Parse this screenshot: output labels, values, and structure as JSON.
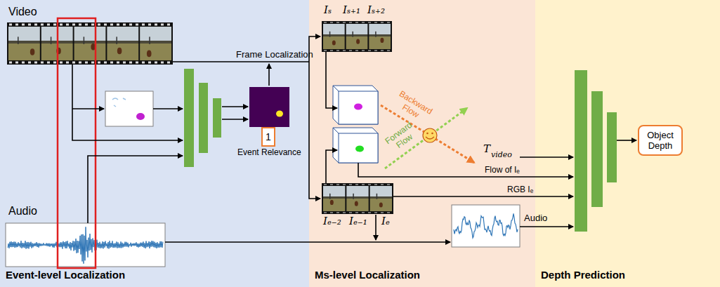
{
  "diagram": {
    "nodes": [
      {
        "text": [
          "Event-level Localization"
        ]
      },
      {
        "text": [
          "1"
        ],
        "in": 0
      },
      {
        "text": [
          "Ms-level Localization"
        ]
      },
      {
        "text": [
          "Depth Prediction"
        ]
      },
      {
        "text": [
          "Object Depth"
        ],
        "in": 3
      }
    ],
    "labels": [
      "Video",
      "Audio",
      "Frame Localization",
      "Event Relevance",
      "Iₛ",
      "Iₛ₊₁",
      "Iₛ₊₂",
      "Backward Flow",
      "Forward Flow",
      "T",
      "video",
      "Flow of Iₑ",
      "RGB Iₑ",
      "Iₑ₋₂",
      "Iₑ₋₁",
      "Iₑ",
      "Audio"
    ]
  }
}
